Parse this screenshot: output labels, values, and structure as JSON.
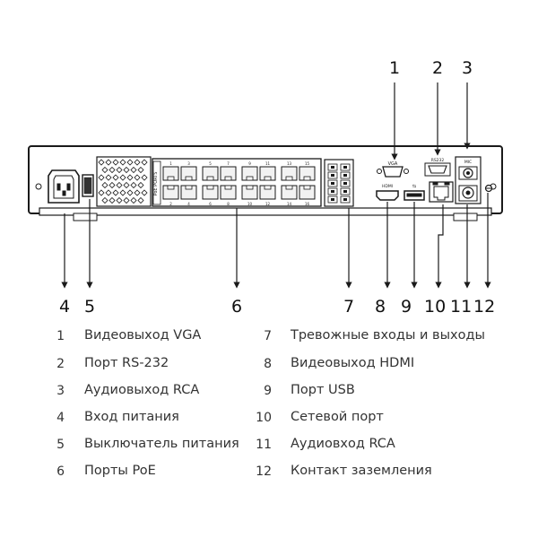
{
  "callouts_top": [
    "1",
    "2",
    "3"
  ],
  "callouts_bottom": [
    "4",
    "5",
    "6",
    "7",
    "8",
    "9",
    "10",
    "11",
    "12"
  ],
  "port_numbers_top": [
    "1",
    "3",
    "5",
    "7",
    "9",
    "11",
    "13",
    "15"
  ],
  "port_numbers_bottom": [
    "2",
    "4",
    "6",
    "8",
    "10",
    "12",
    "14",
    "16"
  ],
  "legend": [
    {
      "num": "1",
      "text": "Видеовыход VGA"
    },
    {
      "num": "2",
      "text": "Порт RS-232"
    },
    {
      "num": "3",
      "text": "Аудиовыход RCA"
    },
    {
      "num": "4",
      "text": "Вход питания"
    },
    {
      "num": "5",
      "text": "Выключатель питания"
    },
    {
      "num": "6",
      "text": "Порты PoE"
    },
    {
      "num": "7",
      "text": "Тревожные входы и выходы"
    },
    {
      "num": "8",
      "text": "Видеовыход HDMI"
    },
    {
      "num": "9",
      "text": "Порт USB"
    },
    {
      "num": "10",
      "text": "Сетевой порт"
    },
    {
      "num": "11",
      "text": "Аудиовход RCA"
    },
    {
      "num": "12",
      "text": "Контакт заземления"
    }
  ],
  "colors": {
    "line": "#1a1a1a",
    "panel_fill": "#ffffff",
    "port_fill": "#f2f2f2"
  }
}
